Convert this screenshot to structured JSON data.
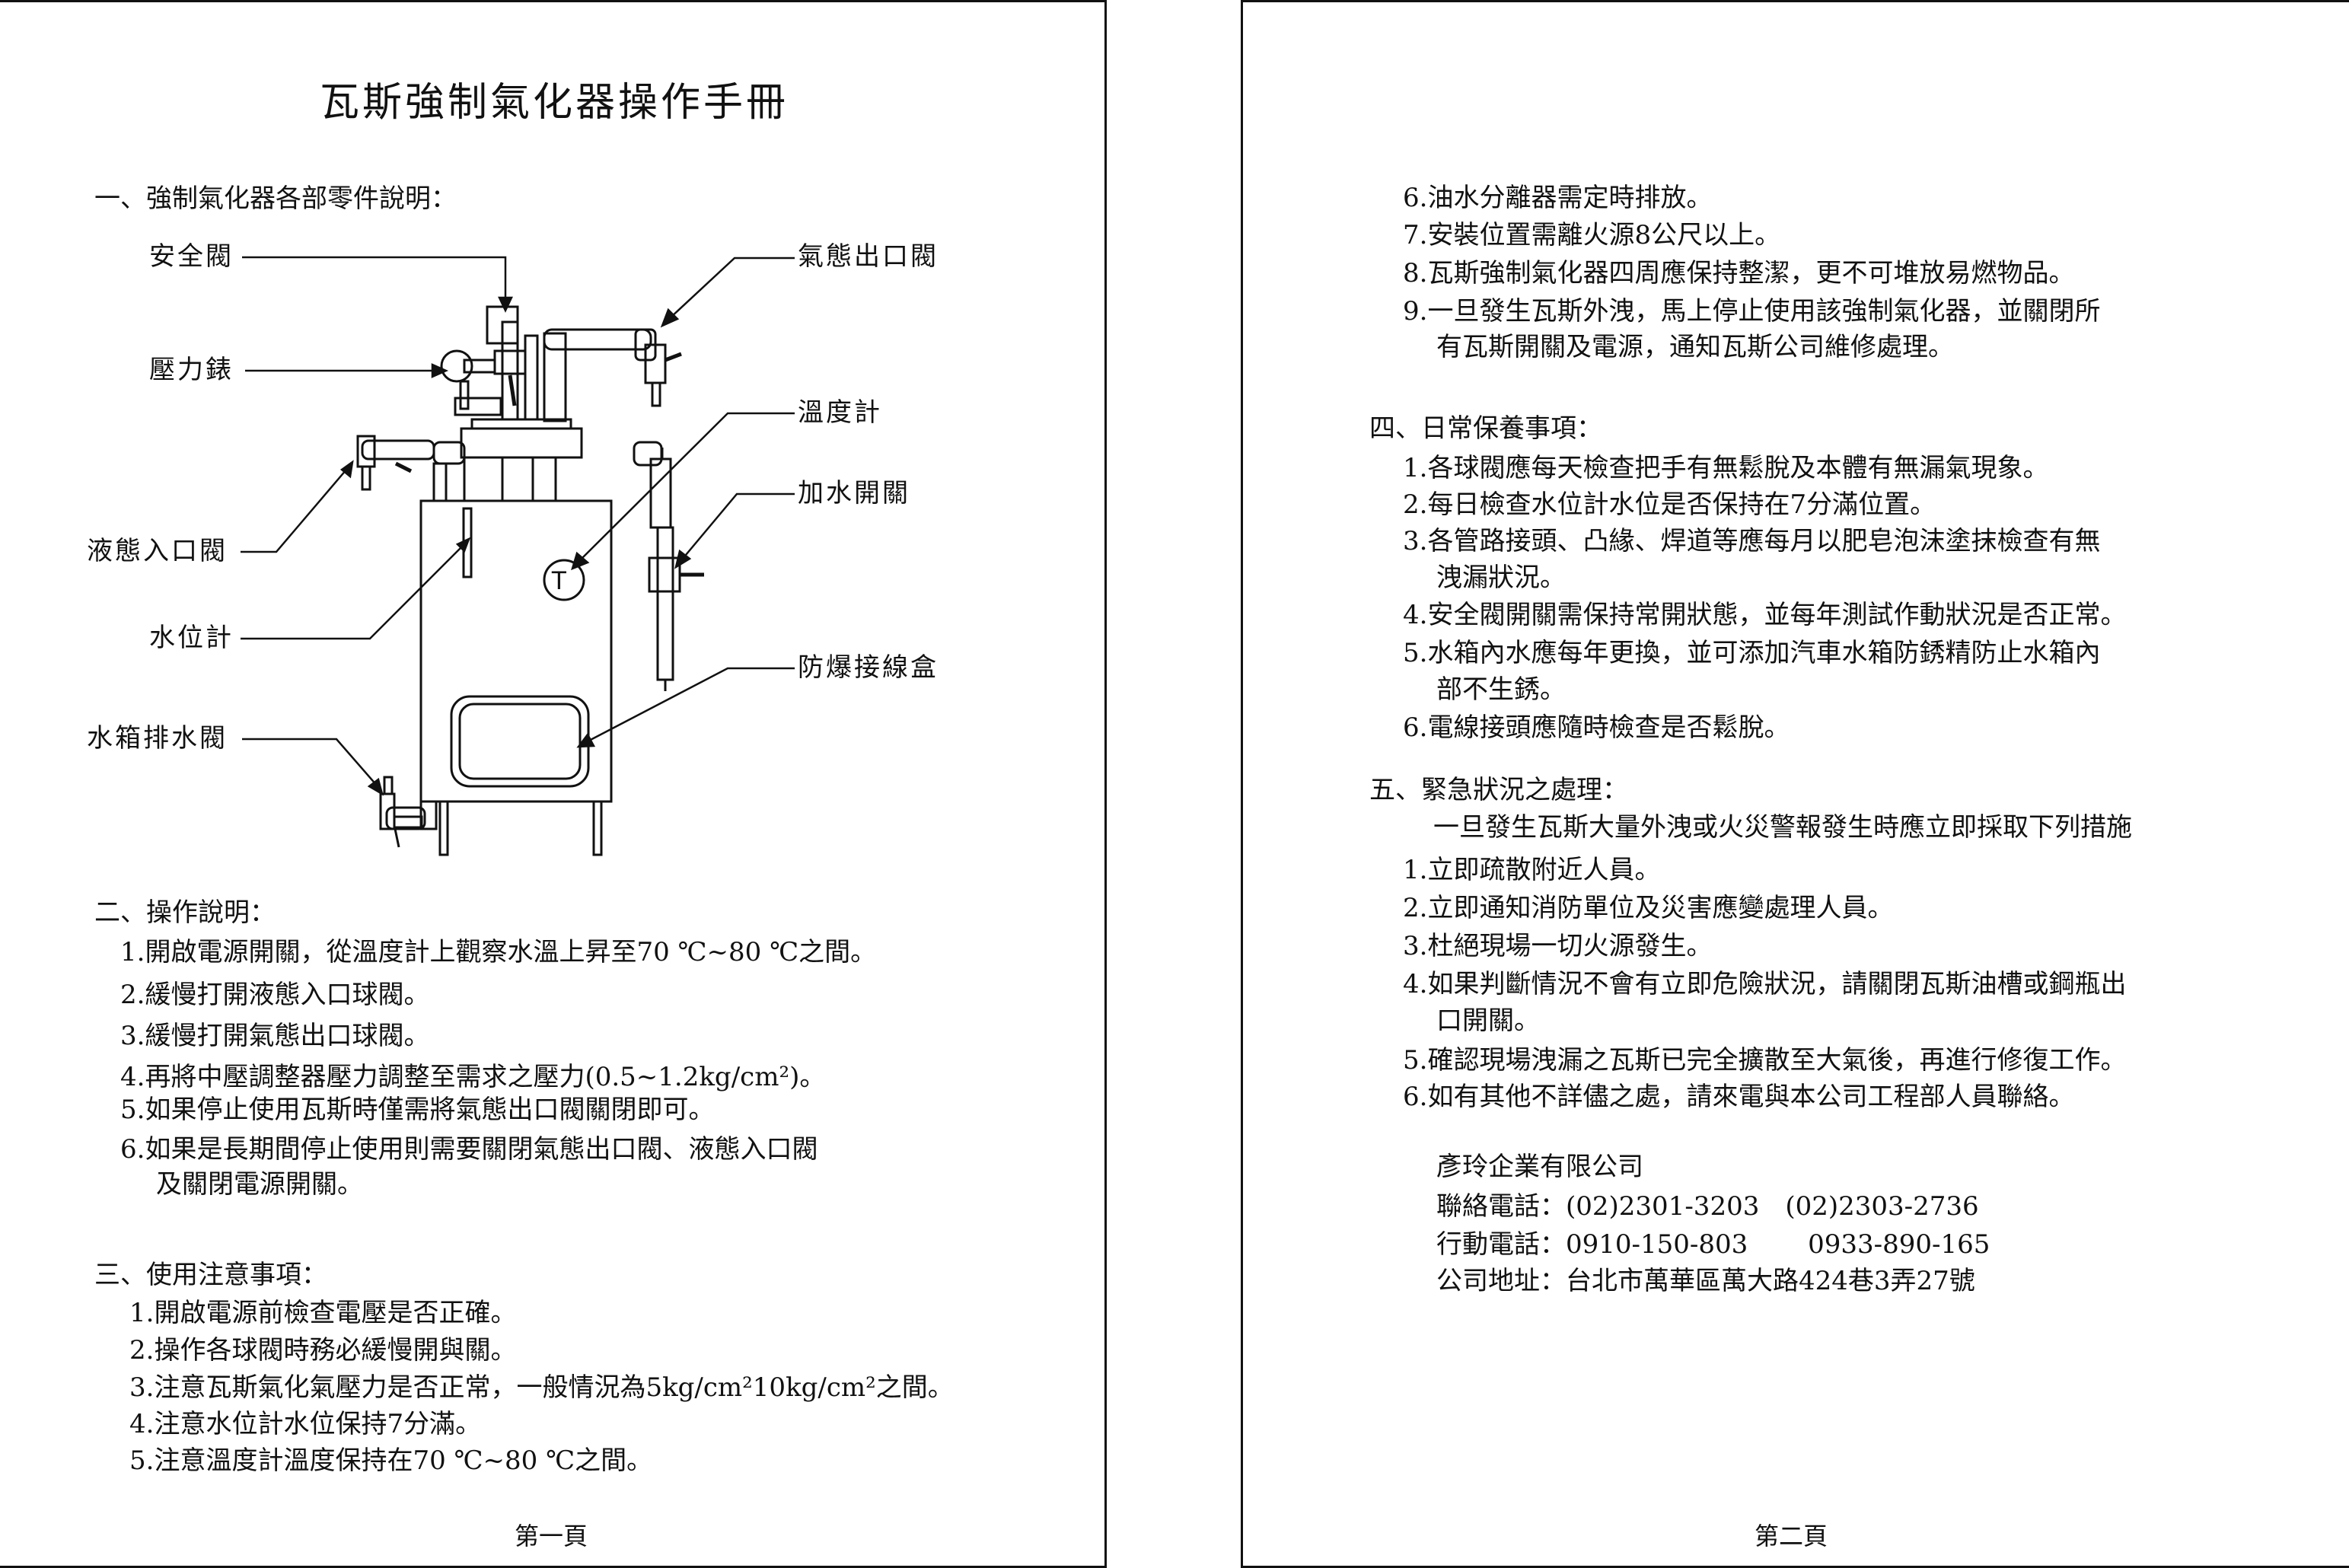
{
  "page1": {
    "title": "瓦斯強制氣化器操作手冊",
    "section1_heading": "一、強制氣化器各部零件說明：",
    "labels": {
      "safety_valve": "安全閥",
      "pressure_gauge": "壓力錶",
      "liquid_inlet": "液態入口閥",
      "water_gauge": "水位計",
      "tank_drain": "水箱排水閥",
      "gas_outlet": "氣態出口閥",
      "thermometer": "溫度計",
      "fill_switch": "加水開關",
      "junction_box": "防爆接線盒"
    },
    "thermometer_symbol": "T",
    "section2_heading": "二、操作說明：",
    "section2_items": [
      "1.開啟電源開關，從溫度計上觀察水溫上昇至70 ℃~80 ℃之間。",
      "2.緩慢打開液態入口球閥。",
      "3.緩慢打開氣態出口球閥。",
      "4.再將中壓調整器壓力調整至需求之壓力(0.5~1.2kg/cm²)。",
      "5.如果停止使用瓦斯時僅需將氣態出口閥關閉即可。",
      "6.如果是長期間停止使用則需要關閉氣態出口閥、液態入口閥",
      "及關閉電源開關。"
    ],
    "section3_heading": "三、使用注意事項：",
    "section3_items": [
      "1.開啟電源前檢查電壓是否正確。",
      "2.操作各球閥時務必緩慢開與關。",
      "3.注意瓦斯氣化氣壓力是否正常，一般情況為5kg/cm²10kg/cm²之間。",
      "4.注意水位計水位保持7分滿。",
      "5.注意溫度計溫度保持在70 ℃~80 ℃之間。"
    ],
    "footer": "第一頁"
  },
  "page2": {
    "cont_items": [
      "6.油水分離器需定時排放。",
      "7.安裝位置需離火源8公尺以上。",
      "8.瓦斯強制氣化器四周應保持整潔，更不可堆放易燃物品。",
      "9.一旦發生瓦斯外洩，馬上停止使用該強制氣化器，並關閉所",
      "有瓦斯開關及電源，通知瓦斯公司維修處理。"
    ],
    "section4_heading": "四、日常保養事項：",
    "section4_items": [
      "1.各球閥應每天檢查把手有無鬆脫及本體有無漏氣現象。",
      "2.每日檢查水位計水位是否保持在7分滿位置。",
      "3.各管路接頭、凸緣、焊道等應每月以肥皂泡沫塗抹檢查有無",
      "洩漏狀況。",
      "4.安全閥開關需保持常開狀態，並每年測試作動狀況是否正常。",
      "5.水箱內水應每年更換，並可添加汽車水箱防銹精防止水箱內",
      "部不生銹。",
      "6.電線接頭應隨時檢查是否鬆脫。"
    ],
    "section5_heading": "五、緊急狀況之處理：",
    "section5_intro": "一旦發生瓦斯大量外洩或火災警報發生時應立即採取下列措施",
    "section5_items": [
      "1.立即疏散附近人員。",
      "2.立即通知消防單位及災害應變處理人員。",
      "3.杜絕現場一切火源發生。",
      "4.如果判斷情況不會有立即危險狀況，請關閉瓦斯油槽或鋼瓶出",
      "口開關。",
      "5.確認現場洩漏之瓦斯已完全擴散至大氣後，再進行修復工作。",
      "6.如有其他不詳儘之處，請來電與本公司工程部人員聯絡。"
    ],
    "company": {
      "name": "彥玲企業有限公司",
      "phone": "聯絡電話：(02)2301-3203　(02)2303-2736",
      "mobile": "行動電話：0910-150-803　　 0933-890-165",
      "address": "公司地址：台北市萬華區萬大路424巷3弄27號"
    },
    "footer": "第二頁"
  }
}
